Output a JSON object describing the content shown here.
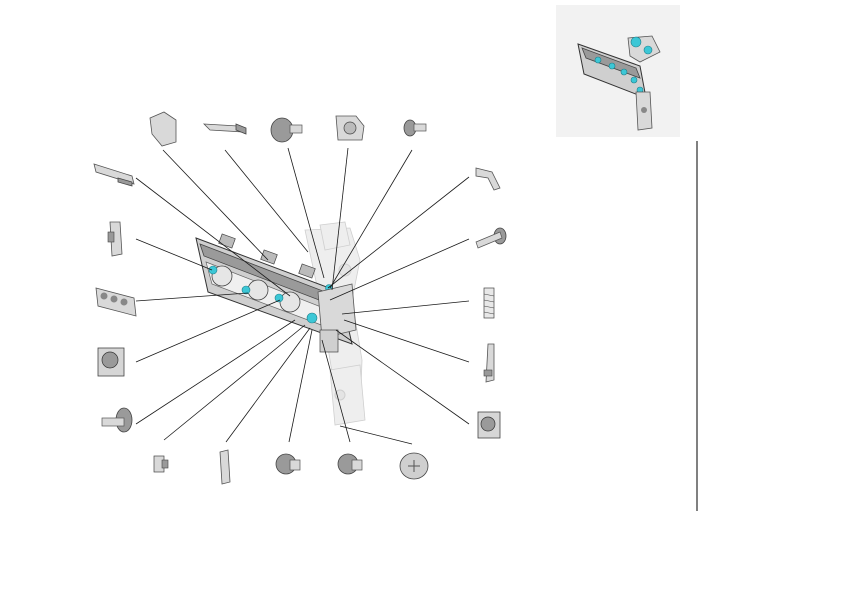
{
  "diagram": {
    "view": "exploded-parts-diagram",
    "locator_image": "assembly-locator-thumbnail",
    "accent_color": "#3cc7d6",
    "line_color": "#1a1a1a",
    "parts": [
      "cover-plate",
      "bracket-flat",
      "gear-shaft",
      "drive-gear-assembly",
      "pin",
      "actuator-arm",
      "sensor-blade",
      "side-bracket",
      "gear-train-block",
      "long-pin",
      "spring",
      "clip-bracket",
      "motor-gear",
      "motor-gear-right",
      "shaft-pin-left",
      "switch-small",
      "bracket-tall",
      "stud-a",
      "stud-b",
      "thumbscrew"
    ]
  }
}
